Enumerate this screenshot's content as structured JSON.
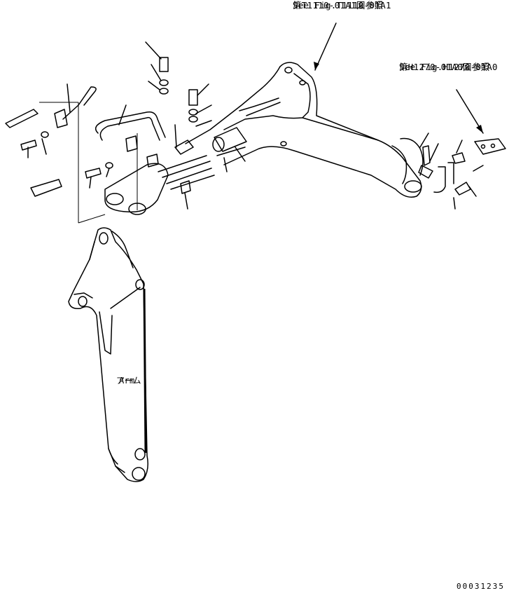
{
  "refs": {
    "boom": {
      "jp": "第T1110-01A1図参照",
      "en": "See Fig.T1110-01A1"
    },
    "piping": {
      "jp": "第H1270-01A0図参照",
      "en": "See Fig.H1270-01A0"
    }
  },
  "arm_label": {
    "jp": "アーム",
    "en": "Arm"
  },
  "drawing_number": "00031235"
}
